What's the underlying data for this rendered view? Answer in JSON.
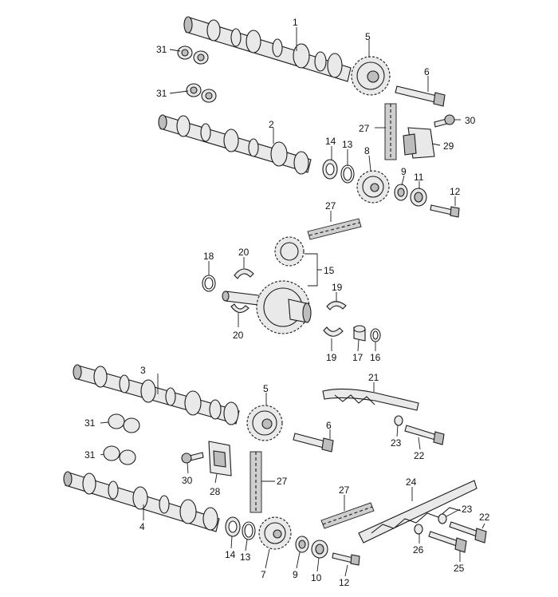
{
  "callouts": [
    {
      "id": "c1",
      "text": "1"
    },
    {
      "id": "c2",
      "text": "2"
    },
    {
      "id": "c3",
      "text": "3"
    },
    {
      "id": "c4",
      "text": "4"
    },
    {
      "id": "c5a",
      "text": "5"
    },
    {
      "id": "c5b",
      "text": "5"
    },
    {
      "id": "c6a",
      "text": "6"
    },
    {
      "id": "c6b",
      "text": "6"
    },
    {
      "id": "c7",
      "text": "7"
    },
    {
      "id": "c8",
      "text": "8"
    },
    {
      "id": "c9a",
      "text": "9"
    },
    {
      "id": "c9b",
      "text": "9"
    },
    {
      "id": "c10",
      "text": "10"
    },
    {
      "id": "c11",
      "text": "11"
    },
    {
      "id": "c12a",
      "text": "12"
    },
    {
      "id": "c12b",
      "text": "12"
    },
    {
      "id": "c13a",
      "text": "13"
    },
    {
      "id": "c13b",
      "text": "13"
    },
    {
      "id": "c14a",
      "text": "14"
    },
    {
      "id": "c14b",
      "text": "14"
    },
    {
      "id": "c15",
      "text": "15"
    },
    {
      "id": "c16",
      "text": "16"
    },
    {
      "id": "c17",
      "text": "17"
    },
    {
      "id": "c18",
      "text": "18"
    },
    {
      "id": "c19a",
      "text": "19"
    },
    {
      "id": "c19b",
      "text": "19"
    },
    {
      "id": "c20a",
      "text": "20"
    },
    {
      "id": "c20b",
      "text": "20"
    },
    {
      "id": "c21",
      "text": "21"
    },
    {
      "id": "c22a",
      "text": "22"
    },
    {
      "id": "c22b",
      "text": "22"
    },
    {
      "id": "c23a",
      "text": "23"
    },
    {
      "id": "c23b",
      "text": "23"
    },
    {
      "id": "c24",
      "text": "24"
    },
    {
      "id": "c25",
      "text": "25"
    },
    {
      "id": "c26",
      "text": "26"
    },
    {
      "id": "c27a",
      "text": "27"
    },
    {
      "id": "c27b",
      "text": "27"
    },
    {
      "id": "c27c",
      "text": "27"
    },
    {
      "id": "c27d",
      "text": "27"
    },
    {
      "id": "c28",
      "text": "28"
    },
    {
      "id": "c29",
      "text": "29"
    },
    {
      "id": "c30a",
      "text": "30"
    },
    {
      "id": "c30b",
      "text": "30"
    },
    {
      "id": "c31a",
      "text": "31"
    },
    {
      "id": "c31b",
      "text": "31"
    },
    {
      "id": "c31c",
      "text": "31"
    },
    {
      "id": "c31d",
      "text": "31"
    }
  ]
}
